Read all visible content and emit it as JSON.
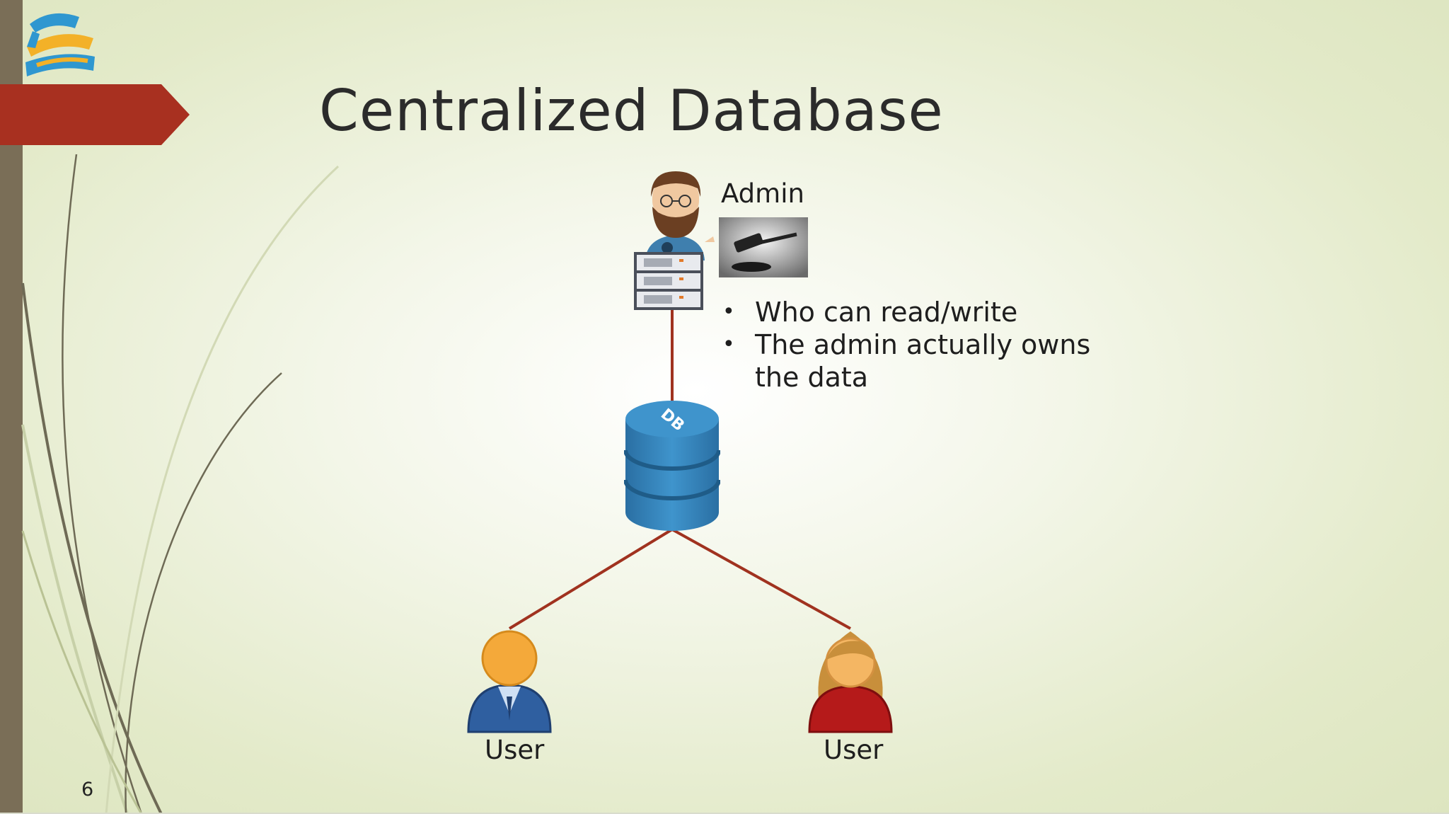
{
  "slide": {
    "title": "Centralized Database",
    "page_number": "6"
  },
  "diagram": {
    "admin_label": "Admin",
    "db_label": "DB",
    "user_label_1": "User",
    "user_label_2": "User",
    "connector_color": "#a0321f"
  },
  "bullets": [
    {
      "text": "Who can read/write"
    },
    {
      "text": "The admin actually owns the data"
    }
  ],
  "theme": {
    "accent_arrow": "#a83020",
    "left_bar": "#7a6e57",
    "db_blue": "#2f7fb6"
  },
  "icons": {
    "logo": "blockchain-logo",
    "admin": "admin-avatar-icon",
    "server": "server-rack-icon",
    "gavel": "gavel-image",
    "database": "database-icon",
    "user_male": "user-male-icon",
    "user_female": "user-female-icon"
  }
}
